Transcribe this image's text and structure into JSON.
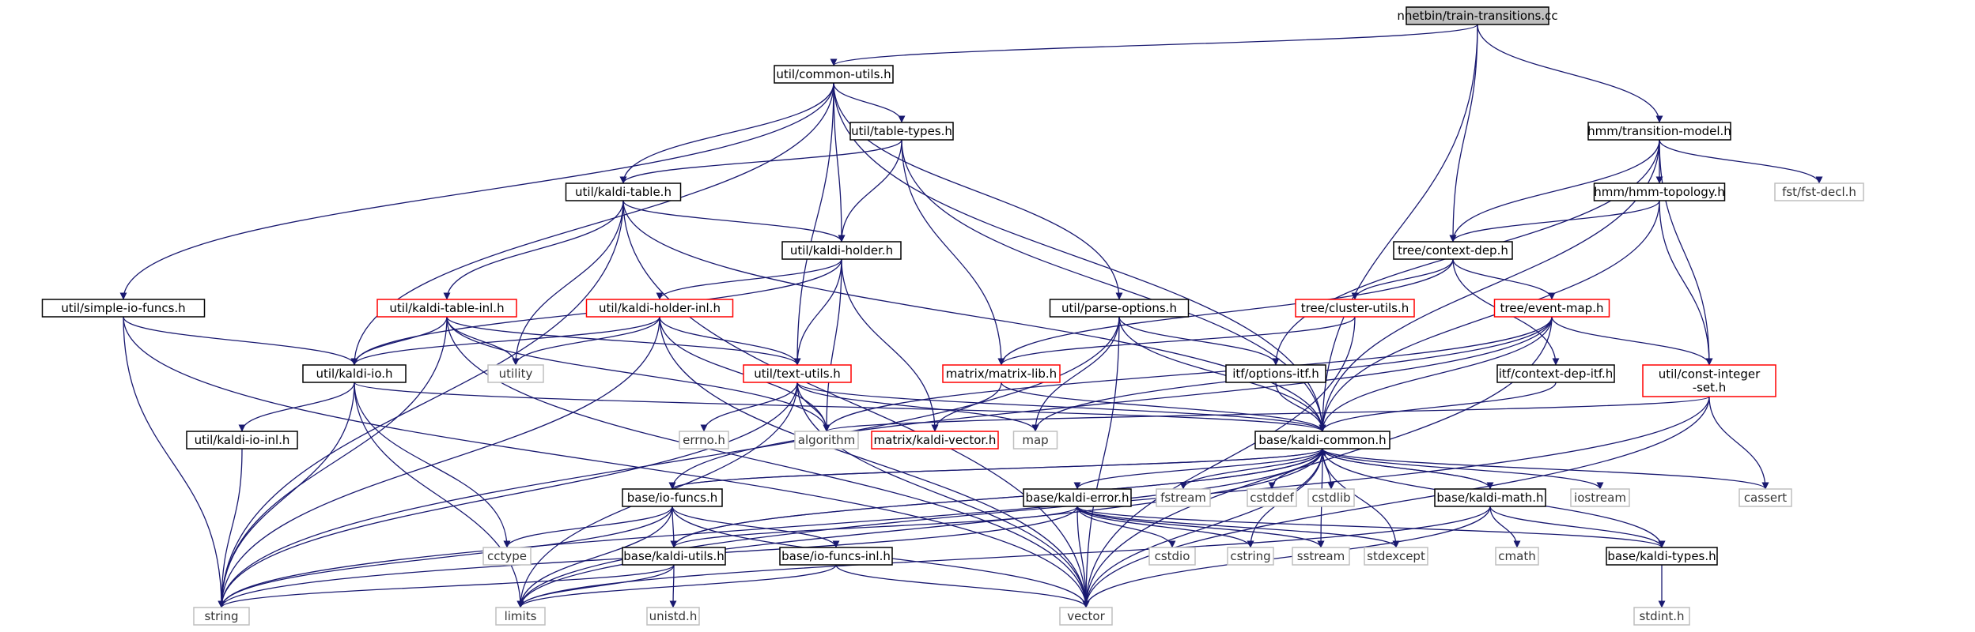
{
  "colors": {
    "edge": "#191970",
    "node_border_default": "#000000",
    "node_border_link": "#ff0000",
    "node_border_external": "#bfbfbf",
    "node_fill_root": "#bfbfbf",
    "node_fill_default": "#ffffff",
    "text_default": "#000000",
    "text_external": "#000000"
  },
  "nodes": [
    {
      "id": "root",
      "label": "nnetbin/train-transitions.cc",
      "kind": "root"
    },
    {
      "id": "common_utils",
      "label": "util/common-utils.h",
      "kind": "normal"
    },
    {
      "id": "transition_model",
      "label": "hmm/transition-model.h",
      "kind": "normal"
    },
    {
      "id": "table_types",
      "label": "util/table-types.h",
      "kind": "normal"
    },
    {
      "id": "kaldi_table",
      "label": "util/kaldi-table.h",
      "kind": "normal"
    },
    {
      "id": "hmm_topology",
      "label": "hmm/hmm-topology.h",
      "kind": "normal"
    },
    {
      "id": "fst_decl",
      "label": "fst/fst-decl.h",
      "kind": "external"
    },
    {
      "id": "kaldi_holder",
      "label": "util/kaldi-holder.h",
      "kind": "normal"
    },
    {
      "id": "context_dep",
      "label": "tree/context-dep.h",
      "kind": "normal"
    },
    {
      "id": "simple_io",
      "label": "util/simple-io-funcs.h",
      "kind": "normal"
    },
    {
      "id": "kaldi_table_inl",
      "label": "util/kaldi-table-inl.h",
      "kind": "link"
    },
    {
      "id": "kaldi_holder_inl",
      "label": "util/kaldi-holder-inl.h",
      "kind": "link"
    },
    {
      "id": "parse_options",
      "label": "util/parse-options.h",
      "kind": "normal"
    },
    {
      "id": "cluster_utils",
      "label": "tree/cluster-utils.h",
      "kind": "link"
    },
    {
      "id": "event_map",
      "label": "tree/event-map.h",
      "kind": "link"
    },
    {
      "id": "kaldi_io",
      "label": "util/kaldi-io.h",
      "kind": "normal"
    },
    {
      "id": "utility",
      "label": "utility",
      "kind": "external"
    },
    {
      "id": "text_utils",
      "label": "util/text-utils.h",
      "kind": "link"
    },
    {
      "id": "matrix_lib",
      "label": "matrix/matrix-lib.h",
      "kind": "link"
    },
    {
      "id": "options_itf",
      "label": "itf/options-itf.h",
      "kind": "normal"
    },
    {
      "id": "context_dep_itf",
      "label": "itf/context-dep-itf.h",
      "kind": "normal"
    },
    {
      "id": "const_integer_set",
      "label": "util/const-integer\n-set.h",
      "kind": "link"
    },
    {
      "id": "kaldi_io_inl",
      "label": "util/kaldi-io-inl.h",
      "kind": "normal"
    },
    {
      "id": "errno",
      "label": "errno.h",
      "kind": "external"
    },
    {
      "id": "algorithm",
      "label": "algorithm",
      "kind": "external"
    },
    {
      "id": "kaldi_vector",
      "label": "matrix/kaldi-vector.h",
      "kind": "link"
    },
    {
      "id": "map",
      "label": "map",
      "kind": "external"
    },
    {
      "id": "kaldi_common",
      "label": "base/kaldi-common.h",
      "kind": "normal"
    },
    {
      "id": "io_funcs",
      "label": "base/io-funcs.h",
      "kind": "normal"
    },
    {
      "id": "kaldi_error",
      "label": "base/kaldi-error.h",
      "kind": "normal"
    },
    {
      "id": "fstream",
      "label": "fstream",
      "kind": "external"
    },
    {
      "id": "cstddef",
      "label": "cstddef",
      "kind": "external"
    },
    {
      "id": "cstdlib",
      "label": "cstdlib",
      "kind": "external"
    },
    {
      "id": "kaldi_math",
      "label": "base/kaldi-math.h",
      "kind": "normal"
    },
    {
      "id": "iostream",
      "label": "iostream",
      "kind": "external"
    },
    {
      "id": "cassert",
      "label": "cassert",
      "kind": "external"
    },
    {
      "id": "cctype",
      "label": "cctype",
      "kind": "external"
    },
    {
      "id": "kaldi_utils",
      "label": "base/kaldi-utils.h",
      "kind": "normal"
    },
    {
      "id": "io_funcs_inl",
      "label": "base/io-funcs-inl.h",
      "kind": "normal"
    },
    {
      "id": "cstdio",
      "label": "cstdio",
      "kind": "external"
    },
    {
      "id": "cstring",
      "label": "cstring",
      "kind": "external"
    },
    {
      "id": "sstream",
      "label": "sstream",
      "kind": "external"
    },
    {
      "id": "stdexcept",
      "label": "stdexcept",
      "kind": "external"
    },
    {
      "id": "cmath",
      "label": "cmath",
      "kind": "external"
    },
    {
      "id": "kaldi_types",
      "label": "base/kaldi-types.h",
      "kind": "normal"
    },
    {
      "id": "string",
      "label": "string",
      "kind": "external"
    },
    {
      "id": "limits",
      "label": "limits",
      "kind": "external"
    },
    {
      "id": "unistd",
      "label": "unistd.h",
      "kind": "external"
    },
    {
      "id": "vector",
      "label": "vector",
      "kind": "external"
    },
    {
      "id": "stdint",
      "label": "stdint.h",
      "kind": "external"
    }
  ],
  "edges": [
    [
      "root",
      "common_utils"
    ],
    [
      "root",
      "transition_model"
    ],
    [
      "root",
      "context_dep"
    ],
    [
      "root",
      "kaldi_common"
    ],
    [
      "common_utils",
      "table_types"
    ],
    [
      "common_utils",
      "kaldi_table"
    ],
    [
      "common_utils",
      "kaldi_holder"
    ],
    [
      "common_utils",
      "simple_io"
    ],
    [
      "common_utils",
      "kaldi_io"
    ],
    [
      "common_utils",
      "text_utils"
    ],
    [
      "common_utils",
      "parse_options"
    ],
    [
      "common_utils",
      "kaldi_common"
    ],
    [
      "transition_model",
      "hmm_topology"
    ],
    [
      "transition_model",
      "fst_decl"
    ],
    [
      "transition_model",
      "context_dep"
    ],
    [
      "transition_model",
      "options_itf"
    ],
    [
      "transition_model",
      "const_integer_set"
    ],
    [
      "transition_model",
      "kaldi_common"
    ],
    [
      "table_types",
      "kaldi_table"
    ],
    [
      "table_types",
      "kaldi_holder"
    ],
    [
      "table_types",
      "matrix_lib"
    ],
    [
      "table_types",
      "kaldi_common"
    ],
    [
      "kaldi_table",
      "kaldi_holder"
    ],
    [
      "kaldi_table",
      "kaldi_table_inl"
    ],
    [
      "kaldi_table",
      "utility"
    ],
    [
      "kaldi_table",
      "string"
    ],
    [
      "kaldi_table",
      "vector"
    ],
    [
      "kaldi_table",
      "kaldi_common"
    ],
    [
      "hmm_topology",
      "context_dep"
    ],
    [
      "hmm_topology",
      "const_integer_set"
    ],
    [
      "hmm_topology",
      "kaldi_common"
    ],
    [
      "kaldi_holder",
      "kaldi_holder_inl"
    ],
    [
      "kaldi_holder",
      "kaldi_io"
    ],
    [
      "kaldi_holder",
      "text_utils"
    ],
    [
      "kaldi_holder",
      "algorithm"
    ],
    [
      "kaldi_holder",
      "kaldi_vector"
    ],
    [
      "context_dep",
      "cluster_utils"
    ],
    [
      "context_dep",
      "event_map"
    ],
    [
      "context_dep",
      "context_dep_itf"
    ],
    [
      "context_dep",
      "matrix_lib"
    ],
    [
      "simple_io",
      "kaldi_io"
    ],
    [
      "simple_io",
      "string"
    ],
    [
      "simple_io",
      "vector"
    ],
    [
      "kaldi_table_inl",
      "kaldi_io"
    ],
    [
      "kaldi_table_inl",
      "text_utils"
    ],
    [
      "kaldi_table_inl",
      "utility"
    ],
    [
      "kaldi_table_inl",
      "string"
    ],
    [
      "kaldi_table_inl",
      "vector"
    ],
    [
      "kaldi_table_inl",
      "algorithm"
    ],
    [
      "kaldi_holder_inl",
      "kaldi_io"
    ],
    [
      "kaldi_holder_inl",
      "text_utils"
    ],
    [
      "kaldi_holder_inl",
      "utility"
    ],
    [
      "kaldi_holder_inl",
      "algorithm"
    ],
    [
      "kaldi_holder_inl",
      "string"
    ],
    [
      "kaldi_holder_inl",
      "vector"
    ],
    [
      "parse_options",
      "options_itf"
    ],
    [
      "parse_options",
      "map"
    ],
    [
      "parse_options",
      "string"
    ],
    [
      "parse_options",
      "vector"
    ],
    [
      "parse_options",
      "kaldi_common"
    ],
    [
      "cluster_utils",
      "matrix_lib"
    ],
    [
      "cluster_utils",
      "vector"
    ],
    [
      "event_map",
      "const_integer_set"
    ],
    [
      "event_map",
      "map"
    ],
    [
      "event_map",
      "algorithm"
    ],
    [
      "event_map",
      "vector"
    ],
    [
      "event_map",
      "kaldi_common"
    ],
    [
      "event_map",
      "io_funcs"
    ],
    [
      "kaldi_io",
      "kaldi_io_inl"
    ],
    [
      "kaldi_io",
      "cctype"
    ],
    [
      "kaldi_io",
      "string"
    ],
    [
      "kaldi_io",
      "limits"
    ],
    [
      "kaldi_io",
      "kaldi_common"
    ],
    [
      "text_utils",
      "errno"
    ],
    [
      "text_utils",
      "algorithm"
    ],
    [
      "text_utils",
      "map"
    ],
    [
      "text_utils",
      "string"
    ],
    [
      "text_utils",
      "limits"
    ],
    [
      "text_utils",
      "vector"
    ],
    [
      "text_utils",
      "kaldi_common"
    ],
    [
      "matrix_lib",
      "kaldi_vector"
    ],
    [
      "matrix_lib",
      "kaldi_common"
    ],
    [
      "options_itf",
      "kaldi_common"
    ],
    [
      "context_dep_itf",
      "kaldi_common"
    ],
    [
      "const_integer_set",
      "algorithm"
    ],
    [
      "const_integer_set",
      "cassert"
    ],
    [
      "const_integer_set",
      "vector"
    ],
    [
      "const_integer_set",
      "limits"
    ],
    [
      "kaldi_io_inl",
      "string"
    ],
    [
      "kaldi_common",
      "io_funcs"
    ],
    [
      "kaldi_common",
      "kaldi_error"
    ],
    [
      "kaldi_common",
      "fstream"
    ],
    [
      "kaldi_common",
      "cstddef"
    ],
    [
      "kaldi_common",
      "cstdlib"
    ],
    [
      "kaldi_common",
      "kaldi_math"
    ],
    [
      "kaldi_common",
      "iostream"
    ],
    [
      "kaldi_common",
      "cassert"
    ],
    [
      "kaldi_common",
      "kaldi_utils"
    ],
    [
      "kaldi_common",
      "cstring"
    ],
    [
      "kaldi_common",
      "sstream"
    ],
    [
      "kaldi_common",
      "stdexcept"
    ],
    [
      "kaldi_common",
      "kaldi_types"
    ],
    [
      "kaldi_common",
      "string"
    ],
    [
      "kaldi_common",
      "limits"
    ],
    [
      "kaldi_common",
      "vector"
    ],
    [
      "io_funcs",
      "io_funcs_inl"
    ],
    [
      "io_funcs",
      "kaldi_utils"
    ],
    [
      "io_funcs",
      "cctype"
    ],
    [
      "io_funcs",
      "string"
    ],
    [
      "io_funcs",
      "limits"
    ],
    [
      "io_funcs",
      "vector"
    ],
    [
      "io_funcs",
      "kaldi_common"
    ],
    [
      "kaldi_error",
      "kaldi_utils"
    ],
    [
      "kaldi_error",
      "cstdio"
    ],
    [
      "kaldi_error",
      "cstring"
    ],
    [
      "kaldi_error",
      "sstream"
    ],
    [
      "kaldi_error",
      "stdexcept"
    ],
    [
      "kaldi_error",
      "kaldi_types"
    ],
    [
      "kaldi_error",
      "string"
    ],
    [
      "kaldi_error",
      "vector"
    ],
    [
      "kaldi_math",
      "kaldi_types"
    ],
    [
      "kaldi_math",
      "cmath"
    ],
    [
      "kaldi_math",
      "limits"
    ],
    [
      "kaldi_math",
      "vector"
    ],
    [
      "kaldi_math",
      "kaldi_common"
    ],
    [
      "kaldi_utils",
      "string"
    ],
    [
      "kaldi_utils",
      "limits"
    ],
    [
      "kaldi_utils",
      "unistd"
    ],
    [
      "kaldi_utils",
      "kaldi_common"
    ],
    [
      "io_funcs_inl",
      "limits"
    ],
    [
      "io_funcs_inl",
      "vector"
    ],
    [
      "kaldi_types",
      "stdint"
    ]
  ]
}
